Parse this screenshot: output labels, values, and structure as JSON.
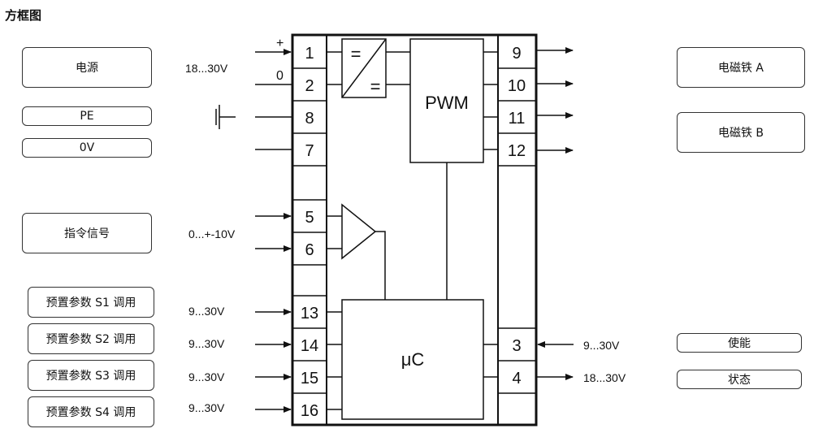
{
  "title": "方框图",
  "left_labels": {
    "power": "电源",
    "pe": "PE",
    "zero_v": "0V",
    "command": "指令信号",
    "s1": "预置参数 S1 调用",
    "s2": "预置参数 S2 调用",
    "s3": "预置参数 S3 调用",
    "s4": "预置参数 S4 调用"
  },
  "right_labels": {
    "magnet_a": "电磁铁 A",
    "magnet_b": "电磁铁 B",
    "enable": "使能",
    "status": "状态"
  },
  "signals": {
    "power_range": "18...30V",
    "command_range": "0...+-10V",
    "s1_range": "9...30V",
    "s2_range": "9...30V",
    "s3_range": "9...30V",
    "s4_range": "9...30V",
    "enable_range": "9...30V",
    "status_range": "18...30V",
    "plus": "+",
    "zero": "0"
  },
  "terminals_left": [
    "1",
    "2",
    "8",
    "7",
    "5",
    "6",
    "13",
    "14",
    "15",
    "16"
  ],
  "terminals_right": [
    "9",
    "10",
    "11",
    "12",
    "3",
    "4"
  ],
  "blocks": {
    "converter_top": "=",
    "converter_bottom": "=",
    "pwm": "PWM",
    "uc": "μC"
  }
}
